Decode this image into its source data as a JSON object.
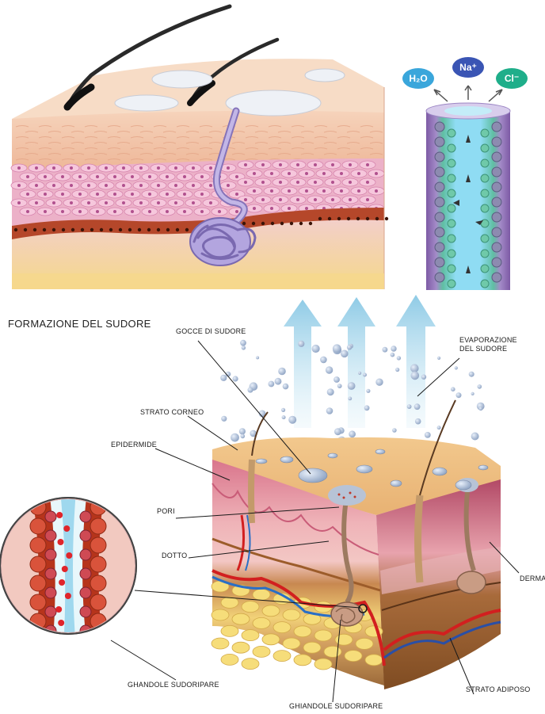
{
  "title": "FORMAZIONE DEL SUDORE",
  "ions": [
    {
      "label": "H₂O",
      "color": "#3aa6db"
    },
    {
      "label": "Na⁺",
      "color": "#3a55b4"
    },
    {
      "label": "Cl⁻",
      "color": "#1fae8a"
    }
  ],
  "labels": {
    "gocce": "GOCCE DI  SUDORE",
    "evaporazione_1": "EVAPORAZIONE",
    "evaporazione_2": "DEL SUDORE",
    "strato_corneo": "STRATO CORNEO",
    "epidermide": "EPIDERMIDE",
    "pori": "PORI",
    "dotto": "DOTTO",
    "derma": "DERMA",
    "ghiandole_left": "GHANDOLE SUDORIPARE",
    "ghiandole_bottom": "GHIANDOLE SUDORIPARE",
    "strato_adiposo": "STRATO ADIPOSO"
  },
  "colors": {
    "skin_top": "#f3c9a8",
    "epidermis_pink": "#e58aa6",
    "basal_red": "#b5472a",
    "dermis": "#f1c3cc",
    "fat_yellow": "#f1cf5c",
    "gland_purple": "#9f8fd0",
    "arrow_blue": "#a9d8ec",
    "sweat_drop": "#9fb1cc"
  }
}
